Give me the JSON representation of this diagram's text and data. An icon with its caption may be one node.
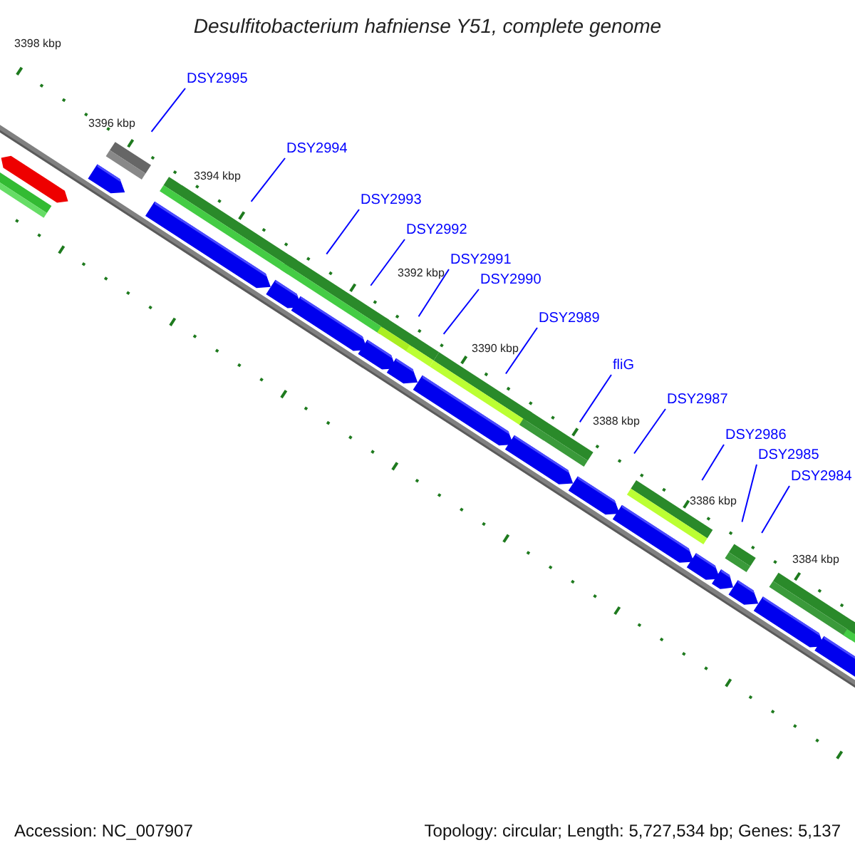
{
  "diagram": {
    "title": "Desulfitobacterium hafniense Y51, complete genome",
    "nodes": [
      {
        "text": [
          "DSY2995"
        ]
      },
      {
        "text": [
          "DSY2994"
        ]
      },
      {
        "text": [
          "DSY2993"
        ]
      },
      {
        "text": [
          "DSY2992"
        ]
      },
      {
        "text": [
          "DSY2991"
        ]
      },
      {
        "text": [
          "DSY2990"
        ]
      },
      {
        "text": [
          "DSY2989"
        ]
      },
      {
        "text": [
          "fliG"
        ]
      },
      {
        "text": [
          "DSY2987"
        ]
      },
      {
        "text": [
          "DSY2986"
        ]
      },
      {
        "text": [
          "DSY2985"
        ]
      },
      {
        "text": [
          "DSY2984"
        ]
      }
    ],
    "edges": [
      {
        "from": 0,
        "to": null,
        "arrow": "none"
      },
      {
        "from": 1,
        "to": null,
        "arrow": "none"
      },
      {
        "from": 2,
        "to": null,
        "arrow": "none"
      },
      {
        "from": 3,
        "to": null,
        "arrow": "none"
      },
      {
        "from": 4,
        "to": null,
        "arrow": "none"
      },
      {
        "from": 5,
        "to": null,
        "arrow": "none"
      },
      {
        "from": 6,
        "to": null,
        "arrow": "none"
      },
      {
        "from": 7,
        "to": null,
        "arrow": "none"
      },
      {
        "from": 8,
        "to": null,
        "arrow": "none"
      },
      {
        "from": 9,
        "to": null,
        "arrow": "none"
      },
      {
        "from": 10,
        "to": null,
        "arrow": "none"
      },
      {
        "from": 11,
        "to": null,
        "arrow": "none"
      }
    ],
    "labels": [
      "3398 kbp",
      "3396 kbp",
      "3394 kbp",
      "3392 kbp",
      "3390 kbp",
      "3388 kbp",
      "3386 kbp",
      "3384 kbp",
      "Accession: NC_007907",
      "Topology: circular; Length: 5,727,534 bp; Genes: 5,137"
    ]
  }
}
